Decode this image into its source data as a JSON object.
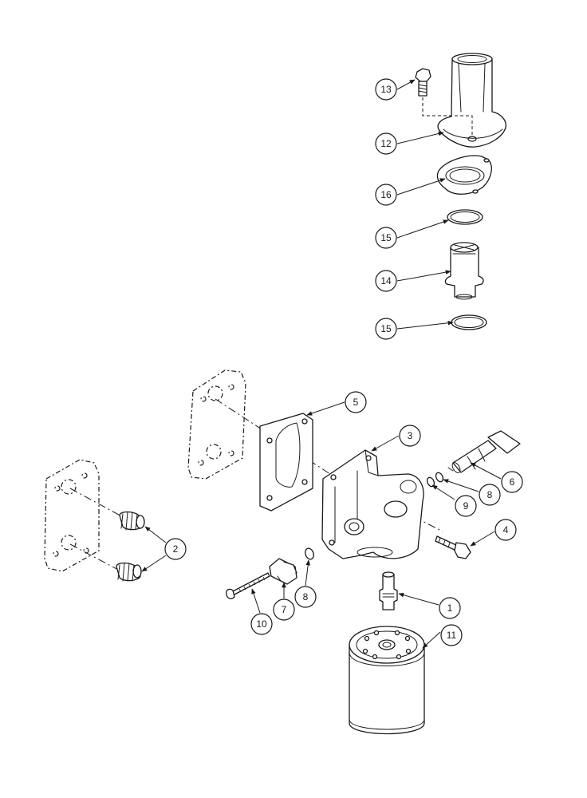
{
  "diagram": {
    "callouts": [
      "13",
      "12",
      "16",
      "15",
      "14",
      "15",
      "5",
      "3",
      "6",
      "8",
      "9",
      "4",
      "2",
      "8",
      "7",
      "10",
      "1",
      "11"
    ]
  }
}
